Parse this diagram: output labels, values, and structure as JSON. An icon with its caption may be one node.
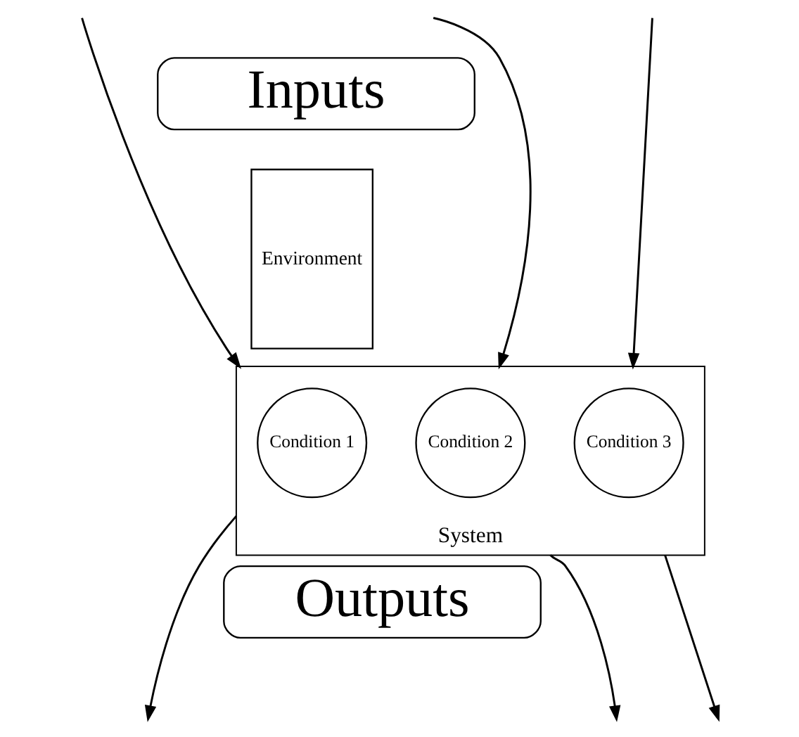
{
  "diagram": {
    "nodes": [
      {
        "text": [
          "Inputs"
        ]
      },
      {
        "text": [
          "Environment"
        ]
      },
      {
        "text": [
          "System"
        ]
      },
      {
        "text": [
          "Condition 1"
        ],
        "in": 2
      },
      {
        "text": [
          "Condition 2"
        ],
        "in": 2
      },
      {
        "text": [
          "Condition 3"
        ],
        "in": 2
      },
      {
        "text": [
          "Outputs"
        ]
      }
    ],
    "edges": [
      {
        "from": null,
        "to": 2,
        "arrow": "to"
      },
      {
        "from": null,
        "to": 2,
        "arrow": "to"
      },
      {
        "from": null,
        "to": 2,
        "arrow": "to"
      },
      {
        "from": 2,
        "to": null,
        "arrow": "to"
      },
      {
        "from": 2,
        "to": null,
        "arrow": "to"
      },
      {
        "from": 2,
        "to": null,
        "arrow": "to"
      }
    ]
  }
}
